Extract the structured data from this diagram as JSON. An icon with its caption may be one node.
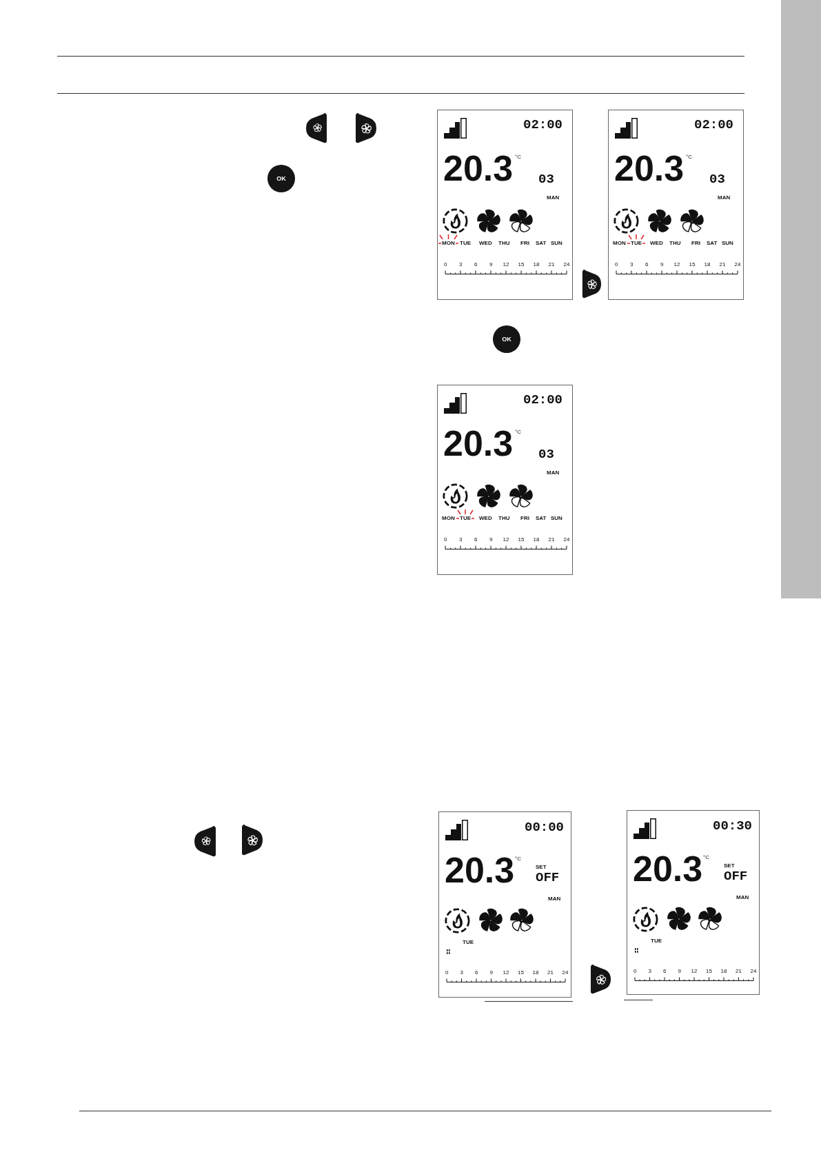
{
  "diagram": {
    "nodes": [
      {
        "text": [],
        "shape": "bar"
      },
      {
        "text": [],
        "shape": "picture"
      },
      {
        "text": [],
        "shape": "picture"
      },
      {
        "text": [
          "OK"
        ]
      },
      {
        "text": [
          "02:00",
          "20.3",
          "°C",
          "03",
          "MAN",
          "MON",
          "TUE",
          "WED",
          "THU",
          "FRI",
          "SAT",
          "SUN",
          "0",
          "3",
          "6",
          "9",
          "12",
          "15",
          "18",
          "21",
          "24"
        ]
      },
      {
        "text": [],
        "shape": "picture"
      },
      {
        "text": [
          "02:00",
          "20.3",
          "°C",
          "03",
          "MAN",
          "MON",
          "TUE",
          "WED",
          "THU",
          "FRI",
          "SAT",
          "SUN",
          "0",
          "3",
          "6",
          "9",
          "12",
          "15",
          "18",
          "21",
          "24"
        ]
      },
      {
        "text": [
          "OK"
        ]
      },
      {
        "text": [
          "02:00",
          "20.3",
          "°C",
          "03",
          "MAN",
          "MON",
          "TUE",
          "WED",
          "THU",
          "FRI",
          "SAT",
          "SUN",
          "0",
          "3",
          "6",
          "9",
          "12",
          "15",
          "18",
          "21",
          "24"
        ]
      },
      {
        "text": [],
        "shape": "picture"
      },
      {
        "text": [],
        "shape": "picture"
      },
      {
        "text": [
          "00:00",
          "20.3",
          "°C",
          "SET",
          "OFF",
          "MAN",
          "TUE",
          "0",
          "3",
          "6",
          "9",
          "12",
          "15",
          "18",
          "21",
          "24"
        ]
      },
      {
        "text": [],
        "shape": "picture"
      },
      {
        "text": [
          "00:30",
          "20.3",
          "°C",
          "SET",
          "OFF",
          "MAN",
          "TUE",
          "0",
          "3",
          "6",
          "9",
          "12",
          "15",
          "18",
          "21",
          "24"
        ]
      }
    ]
  }
}
